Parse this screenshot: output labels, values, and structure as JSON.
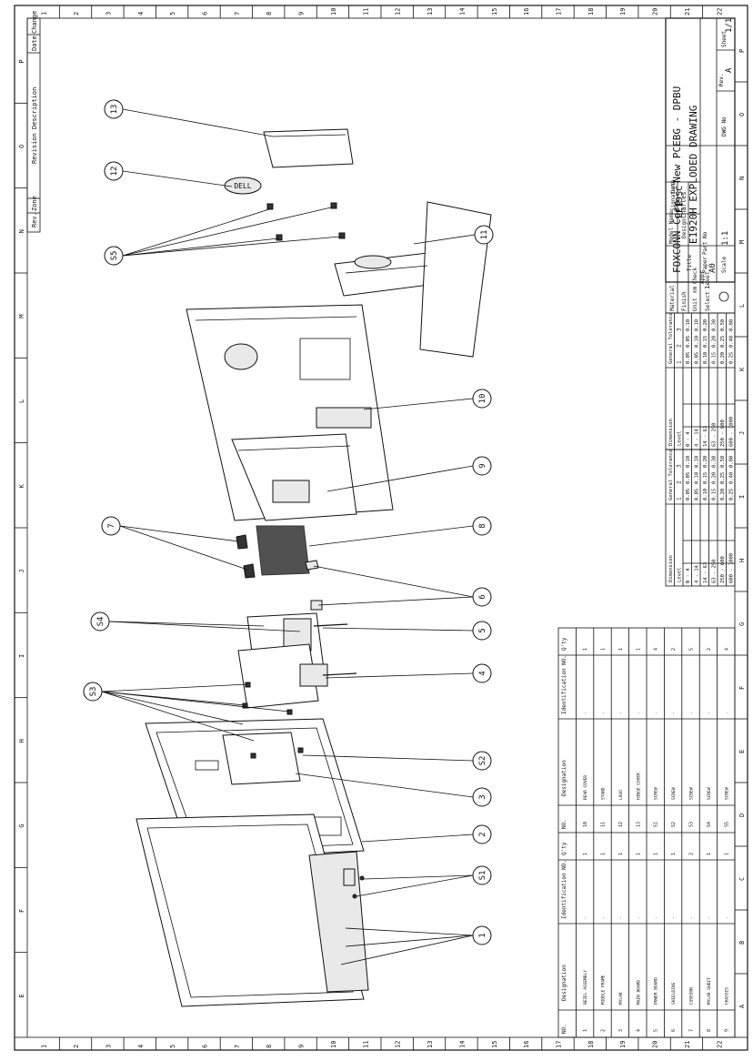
{
  "border": {
    "top_cols": [
      "P",
      "O",
      "N",
      "M",
      "L",
      "K",
      "J",
      "I",
      "H",
      "G",
      "F",
      "E"
    ],
    "rows": [
      "1",
      "2",
      "3",
      "4",
      "5",
      "6",
      "7",
      "8",
      "9",
      "10",
      "11",
      "12",
      "13",
      "14",
      "15",
      "16",
      "17",
      "18",
      "19",
      "20",
      "21",
      "22"
    ],
    "bottom_cols": [
      "P",
      "O",
      "N",
      "M",
      "L",
      "K",
      "J",
      "I",
      "H",
      "G",
      "F",
      "E",
      "D",
      "C",
      "B",
      "A"
    ]
  },
  "revision_block": {
    "col_rev": "Rev.",
    "col_zone": "Zone",
    "col_desc": "Revision Description",
    "col_date": "Date",
    "col_change": "Change"
  },
  "callouts": [
    "13",
    "12",
    "S5",
    "11",
    "10",
    "9",
    "8",
    "7",
    "6",
    "5",
    "S4",
    "4",
    "S3",
    "S2",
    "3",
    "2",
    "S1",
    "1"
  ],
  "badge": "DELL",
  "title_block": {
    "company": "FOXCONN Corp - New PCEBG - DPBU",
    "model_name_label": "Model Name",
    "model_name": "LE19SC",
    "signature_label": "Signature",
    "date_label": "Date",
    "designer_label": "Design",
    "designer": "Charles",
    "checker_label": "Check",
    "checker": "Peter",
    "approver_label": "Appr",
    "approver": "Corey",
    "title_label": "Title",
    "title": "E1920H EXPLODED DRAWING",
    "paper_label": "Paper",
    "paper": "A0",
    "part_no_label": "Part No",
    "scale_label": "Scale",
    "scale": "1:1",
    "dwg_no_label": "DWG No",
    "rev_label": "Rev.",
    "rev": "A",
    "sheet_label": "Sheet",
    "sheet": "1/1",
    "material_label": "Material",
    "finish_label": "Finish",
    "unit_label": "Unit",
    "unit": "mm",
    "select_level_label": "Select Level",
    "select_level": "1"
  },
  "tolerance_table": {
    "title": "General Tolerance",
    "level_label": "Level",
    "dim_label": "Dimension",
    "levels": [
      "1",
      "2",
      "3"
    ],
    "rows": [
      [
        "0 - 4",
        "0.05",
        "0.05",
        "0.10"
      ],
      [
        "4 - 14",
        "0.05",
        "0.10",
        "0.10"
      ],
      [
        "14 - 63",
        "0.10",
        "0.15",
        "0.20"
      ],
      [
        "63 - 250",
        "0.15",
        "0.20",
        "0.30"
      ],
      [
        "250 - 600",
        "0.20",
        "0.25",
        "0.50"
      ],
      [
        "600 - 1000",
        "0.25",
        "0.40",
        "0.80"
      ]
    ]
  },
  "bom": {
    "headers": [
      "NO.",
      "Designation",
      "Identification NO.",
      "Q'ty"
    ],
    "rows": [
      [
        "1",
        "BEZEL ASSEMBLY",
        "-",
        "1"
      ],
      [
        "2",
        "MIDDLE FRAME",
        "-",
        "1"
      ],
      [
        "3",
        "MYLAR",
        "-",
        "1"
      ],
      [
        "4",
        "MAIN BOARD",
        "-",
        "1"
      ],
      [
        "5",
        "POWER BOARD",
        "-",
        "1"
      ],
      [
        "6",
        "SHIELDING",
        "-",
        "1"
      ],
      [
        "7",
        "CUSHION",
        "-",
        "2"
      ],
      [
        "8",
        "MYLAR SHEET",
        "-",
        "1"
      ],
      [
        "9",
        "CHASSIS",
        "-",
        "1"
      ],
      [
        "10",
        "REAR COVER",
        "-",
        "1"
      ],
      [
        "11",
        "STAND",
        "-",
        "1"
      ],
      [
        "12",
        "LOGO",
        "-",
        "1"
      ],
      [
        "13",
        "HINGE COVER",
        "-",
        "1"
      ],
      [
        "S1",
        "SCREW",
        "-",
        "4"
      ],
      [
        "S2",
        "SCREW",
        "-",
        "2"
      ],
      [
        "S3",
        "SCREW",
        "-",
        "5"
      ],
      [
        "S4",
        "SCREW",
        "-",
        "2"
      ],
      [
        "S5",
        "SCREW",
        "-",
        "4"
      ]
    ]
  }
}
